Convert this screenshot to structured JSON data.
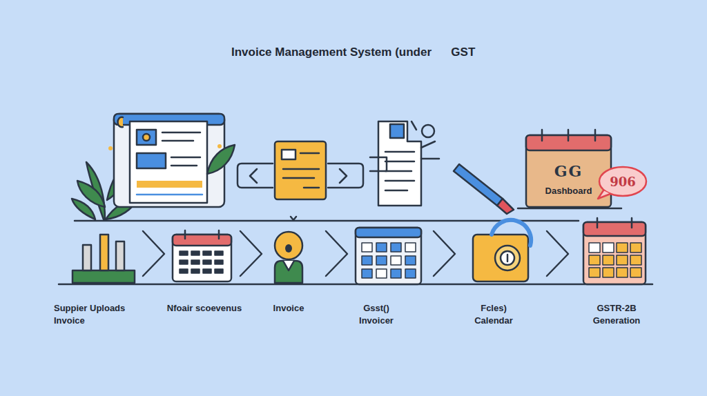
{
  "diagram": {
    "title": "Invoice Management System (under      GST",
    "nodes": [
      {
        "text": [
          "GG",
          "Dashboard"
        ]
      },
      {
        "text": [
          "906"
        ]
      }
    ],
    "labels": [
      "Suppier Uploads Invoice",
      "Nfoair scoevenus",
      "Invoice",
      "Gsst() Invoicer",
      "Fcles) Calendar",
      "GSTR-2B Generation"
    ]
  }
}
